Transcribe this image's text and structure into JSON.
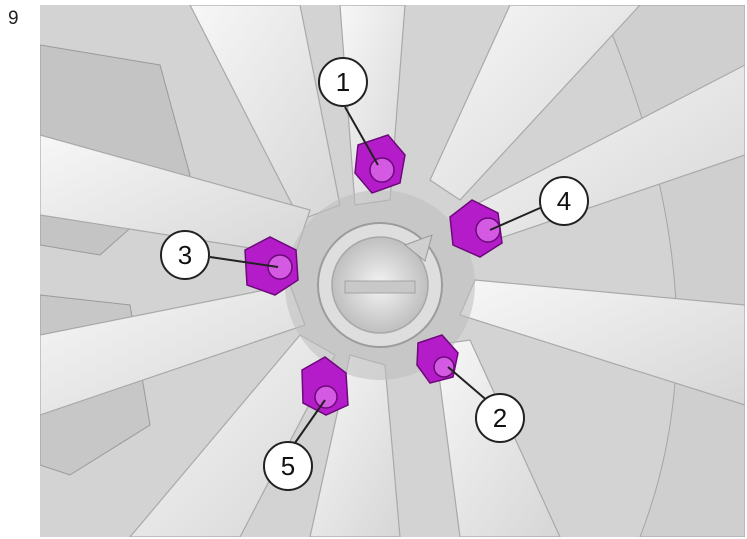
{
  "step": {
    "number": "9"
  },
  "illustration": {
    "colors": {
      "background": "#d9d9d9",
      "spoke": "#efefef",
      "spoke_shadow": "#bdbdbd",
      "hub": "#c9c9c9",
      "cap": "#e3e3e3",
      "nut": "#b51cc9",
      "nut_dark": "#7d0f8c",
      "nut_light": "#d45ae3",
      "callout_fill": "#ffffff",
      "callout_stroke": "#222222"
    },
    "callouts": [
      {
        "id": "1",
        "label": "1"
      },
      {
        "id": "2",
        "label": "2"
      },
      {
        "id": "3",
        "label": "3"
      },
      {
        "id": "4",
        "label": "4"
      },
      {
        "id": "5",
        "label": "5"
      }
    ]
  }
}
